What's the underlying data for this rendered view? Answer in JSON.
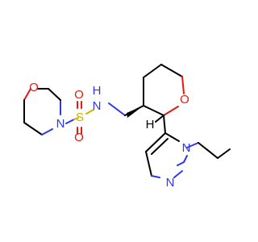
{
  "molecule": {
    "atoms": {
      "morpholine_o": {
        "label": "O",
        "color": "#e8190c"
      },
      "morpholine_n": {
        "label": "N",
        "color": "#2f38e6"
      },
      "sulfur": {
        "label": "S",
        "color": "#c9b400"
      },
      "sulfonyl_o_top": {
        "label": "O",
        "color": "#e8190c"
      },
      "sulfonyl_o_bottom": {
        "label": "O",
        "color": "#e8190c"
      },
      "sulfonamide_nh": {
        "label": "N",
        "color": "#2f38e6"
      },
      "sulfonamide_h": {
        "label": "H",
        "color": "#2f38e6"
      },
      "oxane_o": {
        "label": "O",
        "color": "#e8190c"
      },
      "stereo_h": {
        "label": "H",
        "color": "#000000"
      },
      "pyrazole_n1": {
        "label": "N",
        "color": "#2f38e6"
      },
      "pyrazole_n2": {
        "label": "N",
        "color": "#2f38e6"
      }
    }
  }
}
